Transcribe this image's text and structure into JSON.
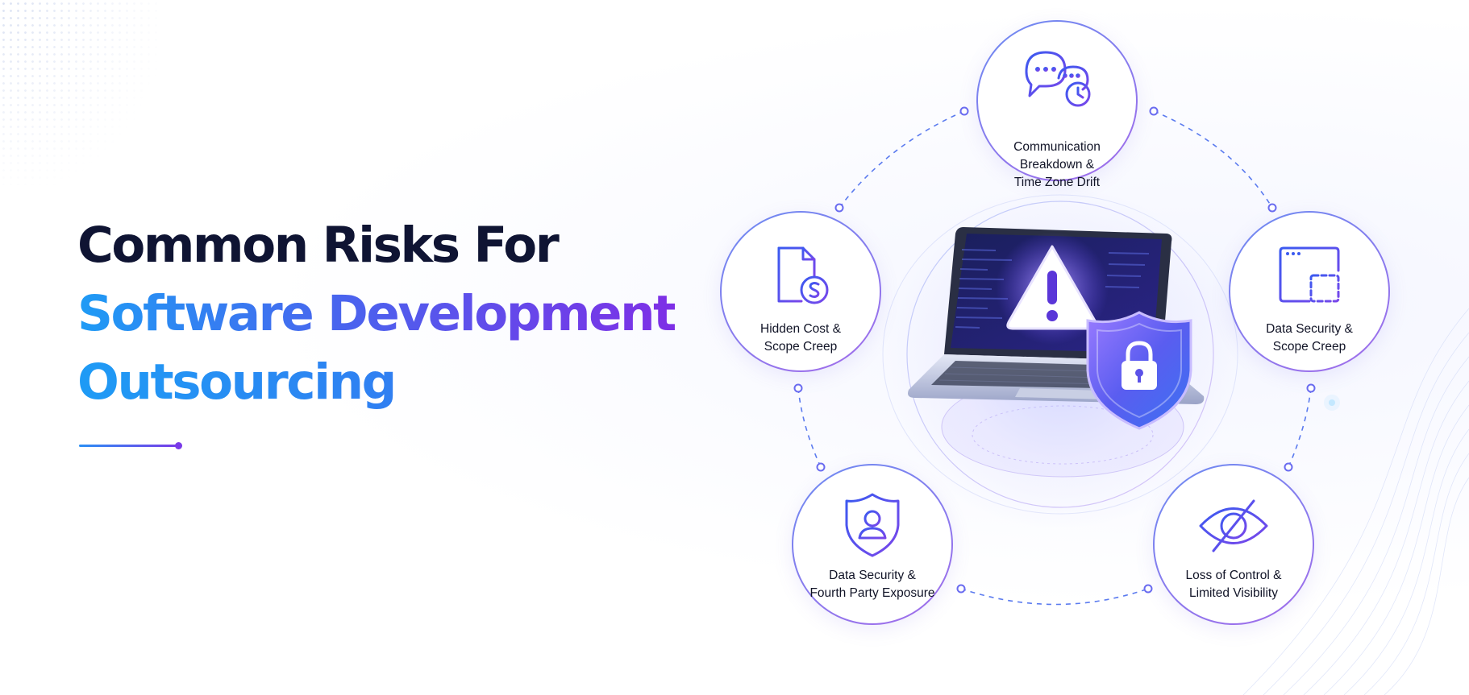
{
  "heading": {
    "line1": "Common Risks For",
    "line2": "Software Development",
    "line3": "Outsourcing"
  },
  "nodes": [
    {
      "label": "Communication\nBreakdown &\nTime Zone Drift",
      "icon": "chat-clock-icon"
    },
    {
      "label": "Hidden Cost &\nScope Creep",
      "icon": "document-dollar-icon"
    },
    {
      "label": "Data Security &\nScope Creep",
      "icon": "browser-window-icon"
    },
    {
      "label": "Data Security &\nFourth Party Exposure",
      "icon": "shield-user-icon"
    },
    {
      "label": "Loss of Control &\nLimited Visibility",
      "icon": "eye-slash-icon"
    }
  ],
  "center": {
    "icons": [
      "laptop-icon",
      "warning-icon",
      "shield-lock-icon"
    ]
  },
  "colors": {
    "dark_text": "#0f1433",
    "accent_blue": "#1e9bf5",
    "accent_purple": "#7e2fe6",
    "icon_blue": "#3a5af0",
    "icon_purple": "#7a46ea"
  }
}
